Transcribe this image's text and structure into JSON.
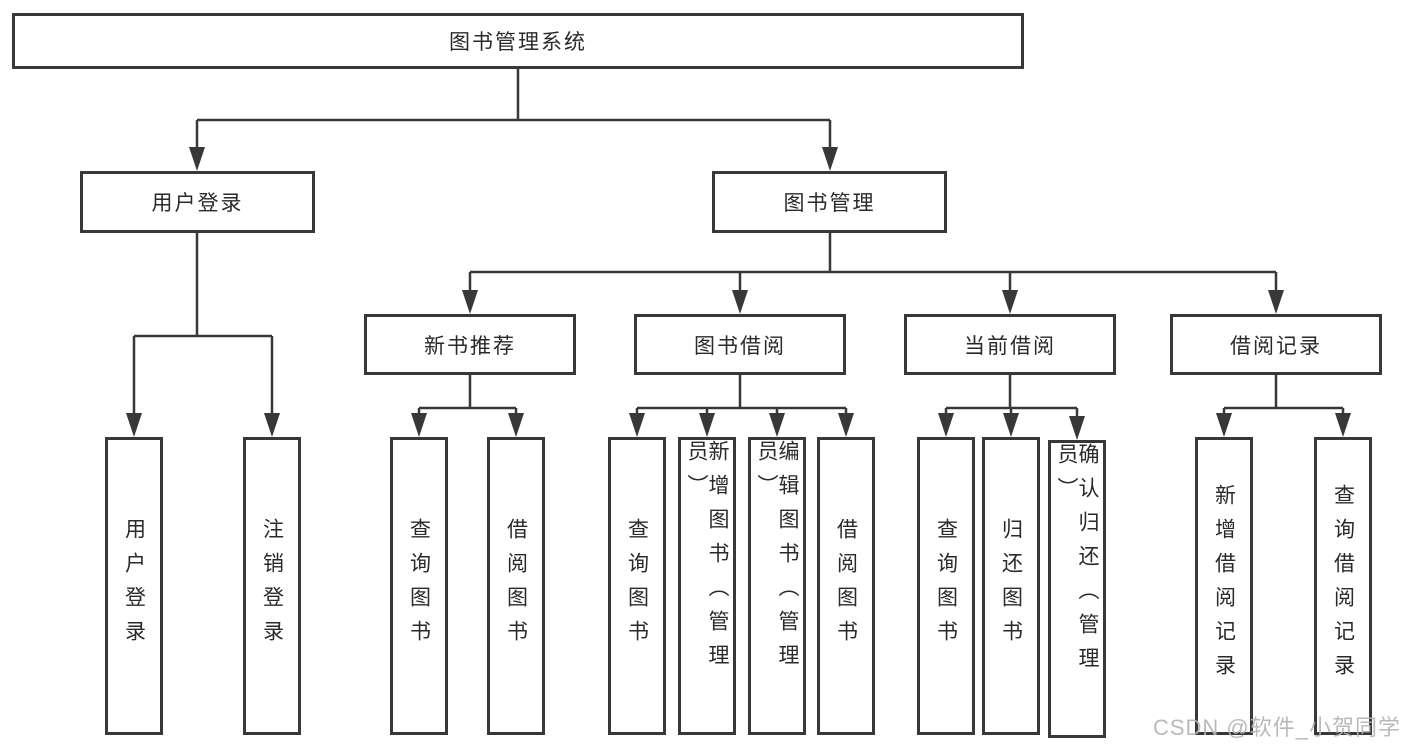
{
  "diagram": {
    "root": {
      "label": "图书管理系统"
    },
    "branches": [
      {
        "label": "用户登录",
        "children": [
          {
            "label": "用户登录"
          },
          {
            "label": "注销登录"
          }
        ]
      },
      {
        "label": "图书管理",
        "children": [
          {
            "label": "新书推荐",
            "children": [
              {
                "label": "查询图书"
              },
              {
                "label": "借阅图书"
              }
            ]
          },
          {
            "label": "图书借阅",
            "children": [
              {
                "label": "查询图书"
              },
              {
                "label": "新增图书（管理员）"
              },
              {
                "label": "编辑图书（管理员）"
              },
              {
                "label": "借阅图书"
              }
            ]
          },
          {
            "label": "当前借阅",
            "children": [
              {
                "label": "查询图书"
              },
              {
                "label": "归还图书"
              },
              {
                "label": "确认归还（管理员）"
              }
            ]
          },
          {
            "label": "借阅记录",
            "children": [
              {
                "label": "新增借阅记录"
              },
              {
                "label": "查询借阅记录"
              }
            ]
          }
        ]
      }
    ]
  },
  "watermark": {
    "text": "CSDN @软件_小贺同学"
  },
  "colors": {
    "line": "#383838",
    "text": "#2a2a2a",
    "background": "#ffffff",
    "watermark": "#b4b4b4"
  }
}
